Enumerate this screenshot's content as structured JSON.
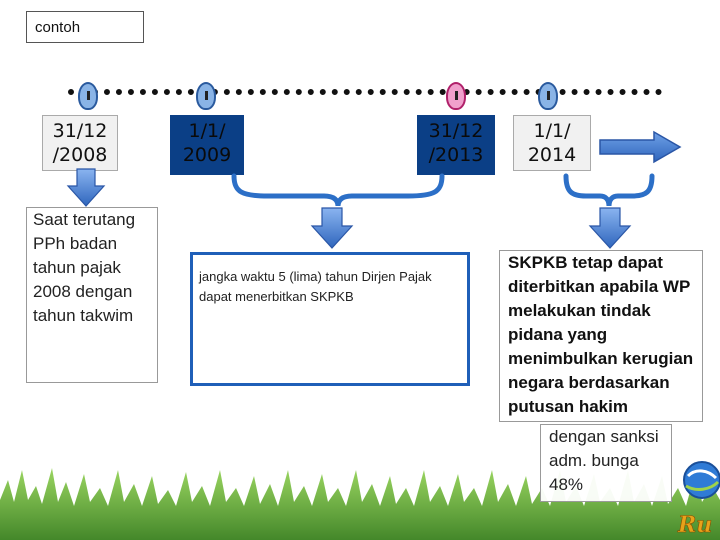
{
  "label": "contoh",
  "dates": [
    {
      "text": "31/12\n/2008"
    },
    {
      "text": "1/1/\n2009"
    },
    {
      "text": "31/12\n/2013"
    },
    {
      "text": "1/1/\n2014"
    }
  ],
  "descriptions": {
    "first": "Saat terutang PPh badan tahun pajak 2008 dengan tahun takwim",
    "middle": "jangka waktu 5 (lima) tahun Dirjen Pajak dapat menerbitkan SKPKB",
    "right": "SKPKB tetap dapat diterbitkan apabila WP melakukan tindak pidana yang menimbulkan kerugian negara berdasarkan putusan hakim",
    "sanction": "dengan sanksi adm. bunga 48%"
  },
  "colors": {
    "pin_blue": "#1e6fc4",
    "pin_pink": "#e0338a",
    "dark_box": "#0b3f86",
    "arrow_blue": "#3a73c8",
    "brace_blue": "#2c6fc7",
    "grass": "#4c9a1e"
  }
}
